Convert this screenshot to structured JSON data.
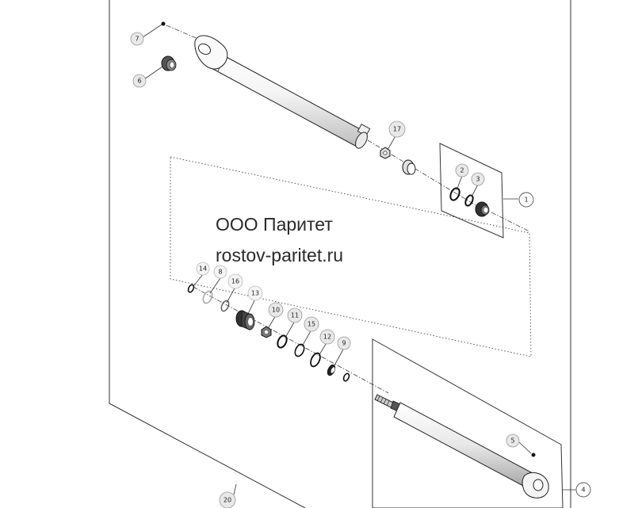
{
  "watermark": {
    "line1": "ООО Паритет",
    "line2": "rostov-paritet.ru"
  },
  "callouts": {
    "c1": "1",
    "c2": "2",
    "c3": "3",
    "c4": "4",
    "c5": "5",
    "c6": "6",
    "c7": "7",
    "c8": "8",
    "c9": "9",
    "c10": "10",
    "c11": "11",
    "c12": "12",
    "c13": "13",
    "c14": "14",
    "c15": "15",
    "c16": "16",
    "c17": "17",
    "c20": "20"
  }
}
